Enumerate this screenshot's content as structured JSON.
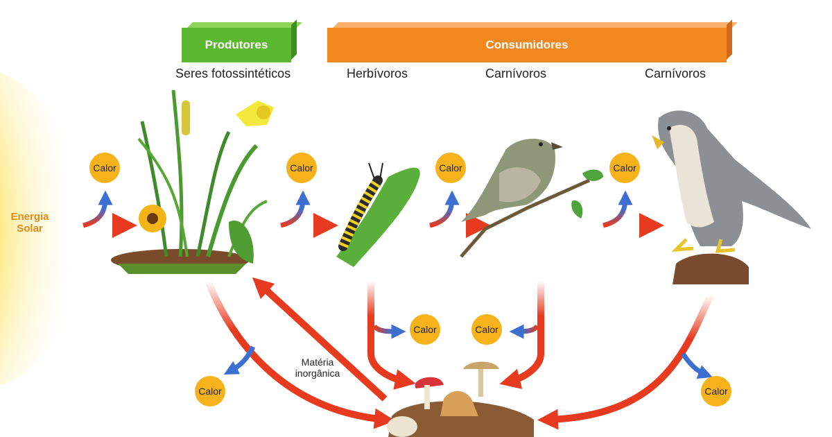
{
  "energy": {
    "line1": "Energia",
    "line2": "Solar"
  },
  "producers": {
    "banner": "Produtores",
    "label": "Seres fotossintéticos"
  },
  "consumers": {
    "banner": "Consumidores",
    "herbivores": "Herbívoros",
    "carnivores1": "Carnívoros",
    "carnivores2": "Carnívoros"
  },
  "heat_label": "Calor",
  "inorganic_matter": {
    "line1": "Matéria",
    "line2": "inorgânica"
  },
  "colors": {
    "producers": "#5cb82e",
    "consumers": "#f3871f",
    "heat": "#f5b21a",
    "flow_arrow": "#e83a1e",
    "heat_arrow": "#3d6fd1",
    "sun": "#fde46a"
  },
  "icons": [
    "sun-icon",
    "plants-icon",
    "caterpillar-icon",
    "bird-icon",
    "hawk-icon",
    "decomposers-icon"
  ]
}
